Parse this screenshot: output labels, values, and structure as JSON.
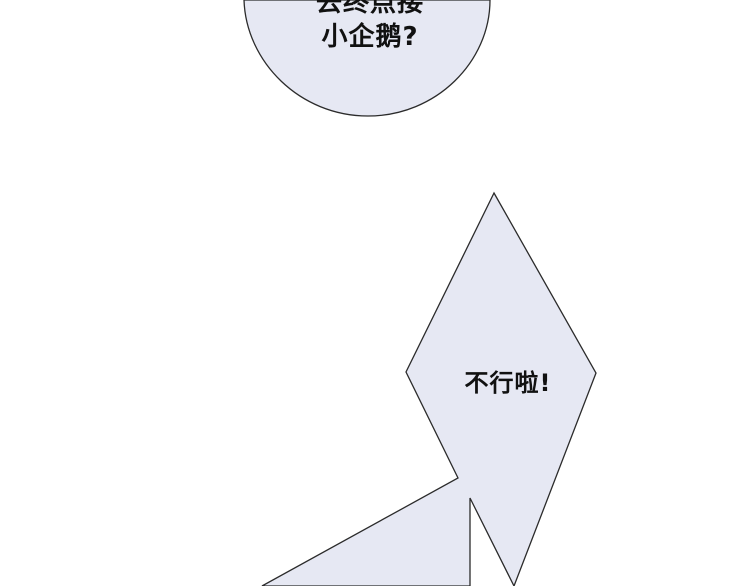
{
  "panel": {
    "background": "#ffffff",
    "bubble_fill": "#e6e8f3",
    "bubble_stroke": "#2b2b2b"
  },
  "bubbles": {
    "top": {
      "line1": "去终点接",
      "line2": "小企鹅?"
    },
    "middle": {
      "text": "不行啦!"
    }
  }
}
